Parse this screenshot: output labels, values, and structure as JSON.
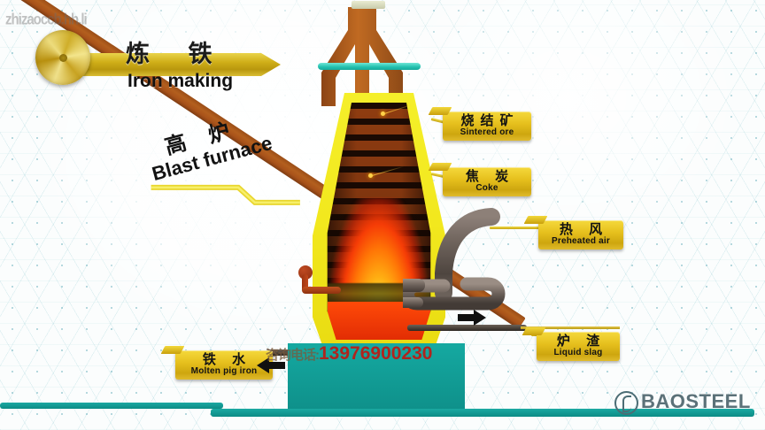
{
  "header": {
    "title_cn": "炼 铁",
    "title_en": "Iron making",
    "watermark_top": "zhizaoccb.hh.li"
  },
  "diagram": {
    "blast_furnace": {
      "label_cn": "高 炉",
      "label_en": "Blast furnace"
    },
    "callouts": [
      {
        "id": "sintered-ore",
        "cn": "烧结矿",
        "en": "Sintered ore"
      },
      {
        "id": "coke",
        "cn": "焦 炭",
        "en": "Coke"
      },
      {
        "id": "preheated-air",
        "cn": "热 风",
        "en": "Preheated air"
      },
      {
        "id": "liquid-slag",
        "cn": "炉 渣",
        "en": "Liquid slag"
      },
      {
        "id": "molten-pig-iron",
        "cn": "铁 水",
        "en": "Molten pig iron"
      }
    ],
    "arrows": [
      {
        "id": "slag-arrow",
        "direction": "right",
        "glyph": "➤"
      },
      {
        "id": "iron-arrow",
        "direction": "left",
        "glyph": "➤"
      }
    ]
  },
  "watermark": {
    "phone_prefix": "咨询电话:",
    "phone": "13976900230"
  },
  "branding": {
    "company": "BAOSTEEL",
    "mark": "baosteel-circle-mark"
  },
  "colors": {
    "furnace_shell": "#f2e81e",
    "flame_core": "#fff8b0",
    "flame_mid": "#ff7606",
    "flame_edge": "#f63c06",
    "label_gold": "#e6c01d",
    "teal_base": "#15a9a1",
    "beam_brown": "#a8521a",
    "grid_blue": "#78bec8",
    "logo_teal": "#5b7178",
    "watermark_red": "#be1912"
  }
}
